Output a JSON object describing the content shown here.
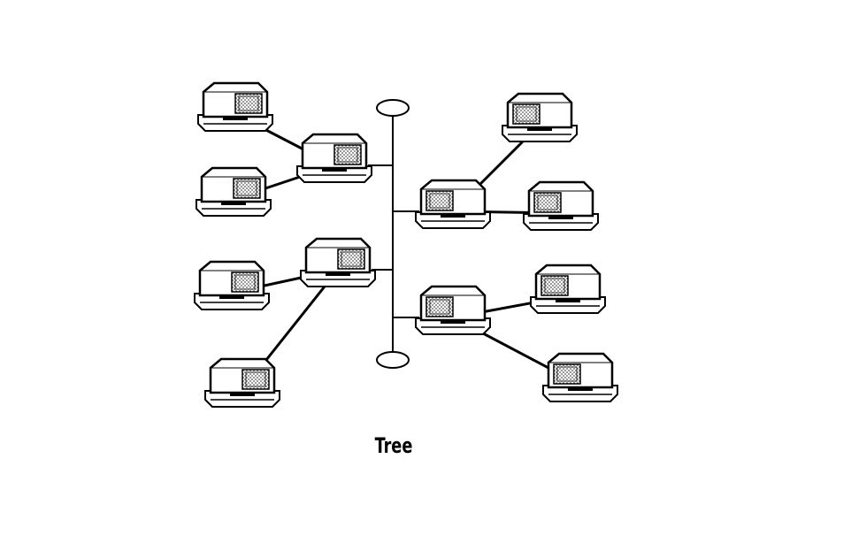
{
  "diagram": {
    "caption": "Tree",
    "topology": "tree",
    "colors": {
      "ink": "#000000",
      "background": "#ffffff",
      "screen": "#9a9a9a"
    },
    "nodes": [
      {
        "id": "hub-upper-left",
        "role": "hub",
        "screen": "right",
        "parent": "backbone"
      },
      {
        "id": "hub-lower-left",
        "role": "hub",
        "screen": "right",
        "parent": "backbone"
      },
      {
        "id": "hub-upper-right",
        "role": "hub",
        "screen": "left",
        "parent": "backbone"
      },
      {
        "id": "hub-lower-right",
        "role": "hub",
        "screen": "left",
        "parent": "backbone"
      },
      {
        "id": "leaf-1",
        "role": "leaf",
        "screen": "right",
        "parent": "hub-upper-left"
      },
      {
        "id": "leaf-2",
        "role": "leaf",
        "screen": "right",
        "parent": "hub-upper-left"
      },
      {
        "id": "leaf-3",
        "role": "leaf",
        "screen": "right",
        "parent": "hub-lower-left"
      },
      {
        "id": "leaf-4",
        "role": "leaf",
        "screen": "right",
        "parent": "hub-lower-left"
      },
      {
        "id": "leaf-5",
        "role": "leaf",
        "screen": "left",
        "parent": "hub-upper-right"
      },
      {
        "id": "leaf-6",
        "role": "leaf",
        "screen": "left",
        "parent": "hub-upper-right"
      },
      {
        "id": "leaf-7",
        "role": "leaf",
        "screen": "left",
        "parent": "hub-lower-right"
      },
      {
        "id": "leaf-8",
        "role": "leaf",
        "screen": "left",
        "parent": "hub-lower-right"
      }
    ]
  }
}
